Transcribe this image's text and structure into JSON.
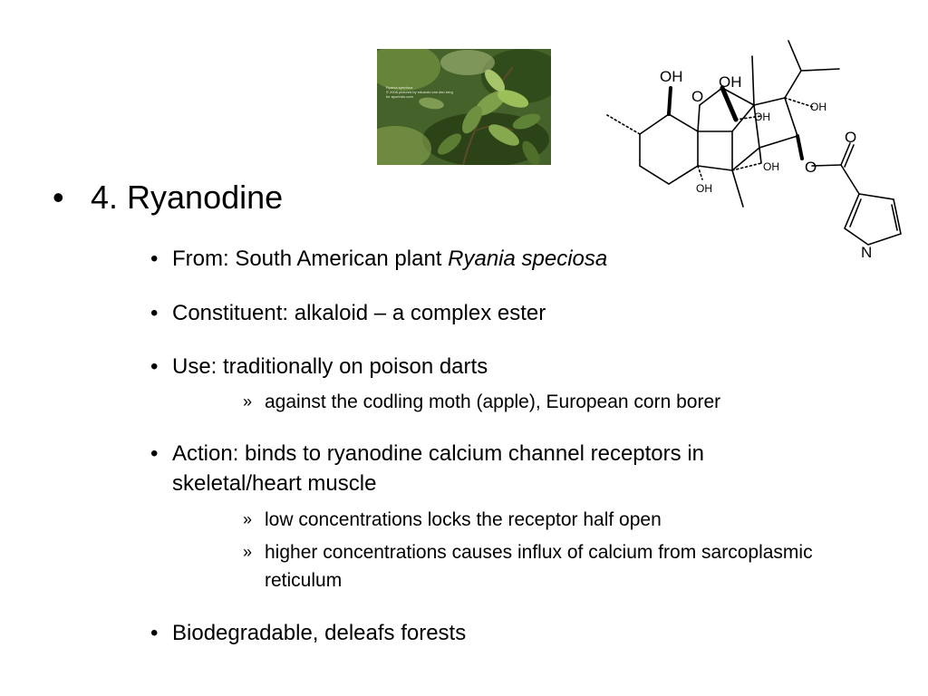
{
  "photo": {
    "caption_lines": [
      "Ryania speciosa",
      "© 2006 pictured by eduardo van den berg",
      "for ayurindo.com"
    ]
  },
  "structure": {
    "labels": [
      "OH",
      "OH",
      "O",
      "OH",
      "OH",
      "OH",
      "OH",
      "O",
      "O",
      "N"
    ]
  },
  "slide": {
    "heading_bullet": "•",
    "heading": "4. Ryanodine",
    "sub_bullet": "•",
    "sub_sub_bullet": "»",
    "items": [
      {
        "prefix": "From: South American plant ",
        "italic": "Ryania speciosa"
      },
      {
        "text": "Constituent: alkaloid – a complex ester"
      },
      {
        "text": "Use: traditionally on poison darts"
      },
      {
        "text": "against the codling moth (apple), European corn borer"
      },
      {
        "text": "Action: binds to ryanodine calcium channel receptors in skeletal/heart muscle"
      },
      {
        "text": "low concentrations locks the receptor half open"
      },
      {
        "text": "higher concentrations causes influx of calcium from sarcoplasmic reticulum"
      },
      {
        "text": "Biodegradable, deleafs forests"
      }
    ]
  }
}
